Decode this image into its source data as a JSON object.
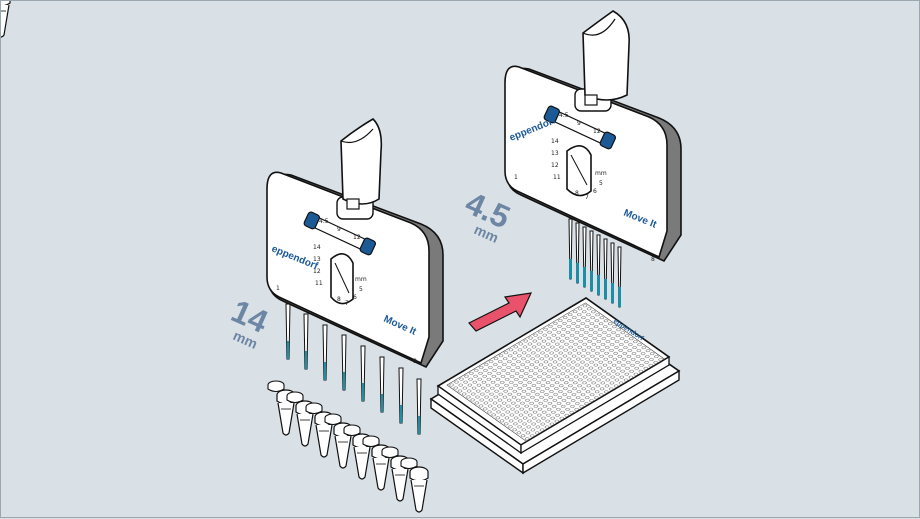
{
  "colors": {
    "background": "#d9e0e6",
    "measurement": "#6c86a3",
    "brand": "#1c5a96",
    "tip_liquid": "#1c8ea6",
    "arrow": "#e8536b"
  },
  "left_pipette": {
    "brand": "eppendorf",
    "model": "Move It",
    "scale_top": [
      "4.5",
      "9",
      "12"
    ],
    "dial_side_numbers": [
      "14",
      "13",
      "12",
      "11"
    ],
    "dial_lower_numbers": [
      "8",
      "7",
      "6",
      "5"
    ],
    "dial_unit": "mm",
    "channel_first": "1",
    "channel_last": "8",
    "spacing_value": "14",
    "spacing_unit": "mm"
  },
  "right_pipette": {
    "brand": "eppendorf",
    "model": "Move It",
    "scale_top": [
      "4.5",
      "9",
      "12"
    ],
    "dial_side_numbers": [
      "14",
      "13",
      "12",
      "11"
    ],
    "dial_lower_numbers": [
      "8",
      "7",
      "6",
      "5"
    ],
    "dial_unit": "mm",
    "channel_first": "1",
    "channel_last": "8",
    "spacing_value": "4.5",
    "spacing_unit": "mm"
  },
  "plate": {
    "brand": "eppendorf"
  },
  "icons": [
    "pipette-handle-icon",
    "transfer-arrow-icon",
    "pcr-tube-icon",
    "microplate-icon"
  ]
}
